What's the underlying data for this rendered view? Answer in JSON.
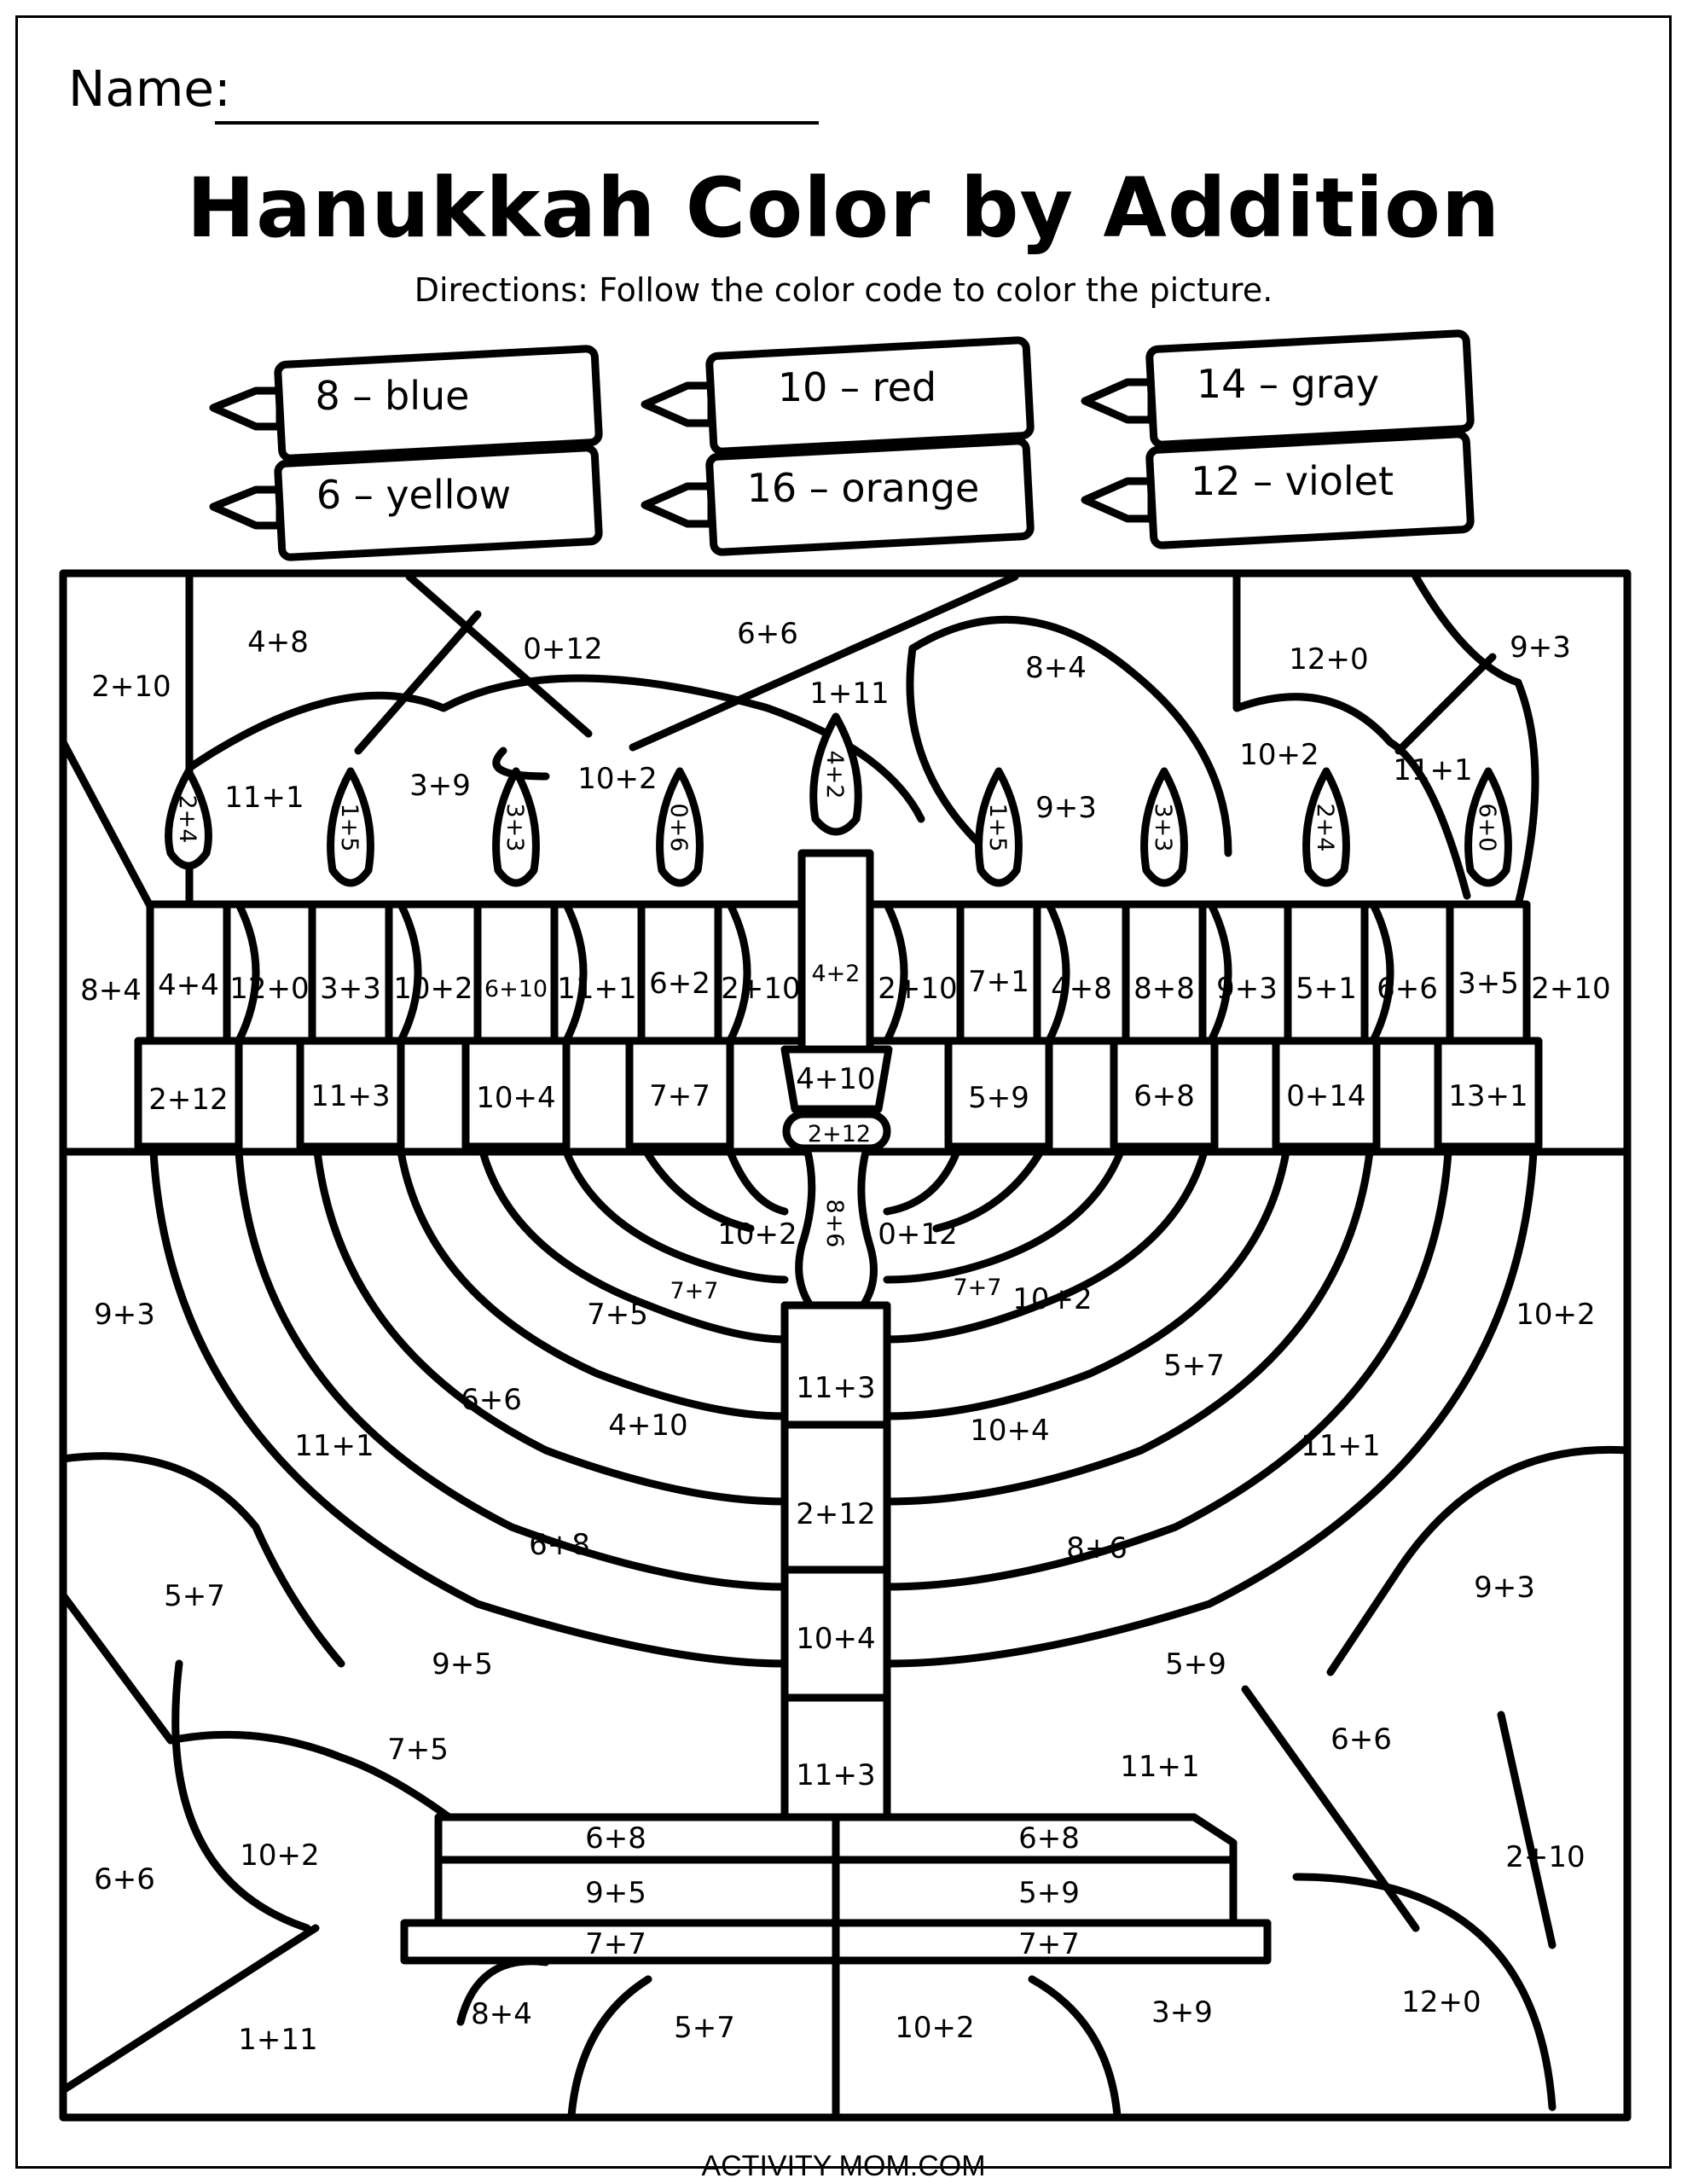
{
  "header": {
    "name_label": "Name:",
    "title": "Hanukkah Color by Addition",
    "directions": "Directions: Follow the color code to color the picture."
  },
  "color_code": [
    {
      "label": "8 – blue",
      "sum": 8,
      "color": "blue"
    },
    {
      "label": "10 – red",
      "sum": 10,
      "color": "red"
    },
    {
      "label": "14 – gray",
      "sum": 14,
      "color": "gray"
    },
    {
      "label": "6 – yellow",
      "sum": 6,
      "color": "yellow"
    },
    {
      "label": "16 – orange",
      "sum": 16,
      "color": "orange"
    },
    {
      "label": "12 – violet",
      "sum": 12,
      "color": "violet"
    }
  ],
  "regions": {
    "background_top": [
      "2+10",
      "4+8",
      "0+12",
      "6+6",
      "1+11",
      "8+4",
      "12+0",
      "9+3",
      "11+1",
      "3+9",
      "10+2",
      "9+3",
      "10+2",
      "11+1"
    ],
    "flames": [
      "2+4",
      "1+5",
      "3+3",
      "0+6",
      "4+2",
      "1+5",
      "3+3",
      "2+4",
      "6+0"
    ],
    "candle_row": [
      "8+4",
      "4+4",
      "12+0",
      "3+3",
      "10+2",
      "6+10",
      "11+1",
      "6+2",
      "2+10",
      "4+2",
      "2+10",
      "7+1",
      "4+8",
      "8+8",
      "9+3",
      "5+1",
      "6+6",
      "3+5",
      "2+10"
    ],
    "candle_holders": [
      "2+12",
      "11+3",
      "10+4",
      "7+7",
      "4+10",
      "2+12",
      "5+9",
      "6+8",
      "0+14",
      "13+1"
    ],
    "stem": [
      "8+6",
      "11+3",
      "2+12",
      "10+4",
      "11+3"
    ],
    "arms": [
      "10+2",
      "0+12",
      "7+7",
      "7+7",
      "7+5",
      "10+2",
      "6+6",
      "4+10",
      "10+4",
      "5+7",
      "11+1",
      "11+1",
      "6+8",
      "8+6",
      "9+5",
      "5+9"
    ],
    "background_middle": [
      "9+3",
      "10+2",
      "5+7",
      "9+3",
      "7+5",
      "11+1",
      "6+6",
      "10+2",
      "6+6",
      "2+10"
    ],
    "base": [
      "6+8",
      "6+8",
      "9+5",
      "5+9",
      "7+7",
      "7+7"
    ],
    "background_bottom": [
      "1+11",
      "8+4",
      "5+7",
      "10+2",
      "3+9",
      "12+0"
    ]
  },
  "footer": "ACTIVITY-MOM.COM"
}
